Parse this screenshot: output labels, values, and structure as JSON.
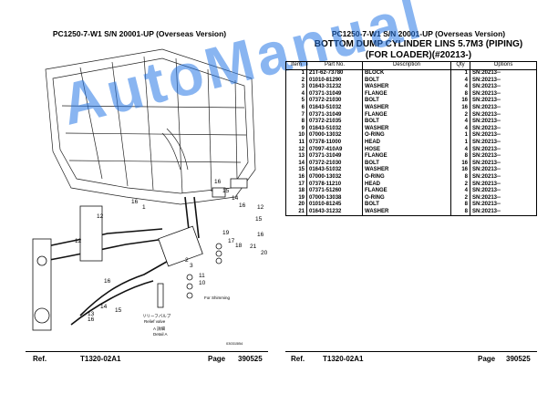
{
  "left_header": "PC1250-7-W1 S/N 20001-UP (Overseas Version)",
  "right_header": {
    "model": "PC1250-7-W1 S/N 20001-UP (Overseas Version)",
    "title_line1": "BOTTOM DUMP CYLINDER LINS 5.7M3 (PIPING)",
    "title_line2": "(FOR LOADER)(#20213-)"
  },
  "table": {
    "headers": [
      "Item",
      "Part No.",
      "Description",
      "Qty",
      "Options"
    ],
    "rows": [
      [
        "1",
        "21T-62-73780",
        "BLOCK",
        "1",
        "SN:20213--"
      ],
      [
        "2",
        "01010-81290",
        "BOLT",
        "4",
        "SN:20213--"
      ],
      [
        "3",
        "01643-31232",
        "WASHER",
        "4",
        "SN:20213--"
      ],
      [
        "4",
        "07371-31049",
        "FLANGE",
        "8",
        "SN:20213--"
      ],
      [
        "5",
        "07372-21030",
        "BOLT",
        "16",
        "SN:20213--"
      ],
      [
        "6",
        "01643-51032",
        "WASHER",
        "16",
        "SN:20213--"
      ],
      [
        "7",
        "07371-31049",
        "FLANGE",
        "2",
        "SN:20213--"
      ],
      [
        "8",
        "07372-21035",
        "BOLT",
        "4",
        "SN:20213--"
      ],
      [
        "9",
        "01643-51032",
        "WASHER",
        "4",
        "SN:20213--"
      ],
      [
        "10",
        "07000-13032",
        "O-RING",
        "1",
        "SN:20213--"
      ],
      [
        "11",
        "07378-11000",
        "HEAD",
        "1",
        "SN:20213--"
      ],
      [
        "12",
        "07097-410A9",
        "HOSE",
        "4",
        "SN:20213--"
      ],
      [
        "13",
        "07371-31049",
        "FLANGE",
        "8",
        "SN:20213--"
      ],
      [
        "14",
        "07372-21030",
        "BOLT",
        "16",
        "SN:20213--"
      ],
      [
        "15",
        "01643-51032",
        "WASHER",
        "16",
        "SN:20213--"
      ],
      [
        "16",
        "07000-13032",
        "O-RING",
        "8",
        "SN:20213--"
      ],
      [
        "17",
        "07378-11210",
        "HEAD",
        "2",
        "SN:20213--"
      ],
      [
        "18",
        "07371-51260",
        "FLANGE",
        "4",
        "SN:20213--"
      ],
      [
        "19",
        "07000-13038",
        "O-RING",
        "2",
        "SN:20213--"
      ],
      [
        "20",
        "01010-81245",
        "BOLT",
        "8",
        "SN:20213--"
      ],
      [
        "21",
        "01643-31232",
        "WASHER",
        "8",
        "SN:20213--"
      ]
    ]
  },
  "footer": {
    "left_ref_label": "Ref.",
    "left_ref_value": "T1320-02A1",
    "left_page_label": "Page",
    "left_page_value": "390525",
    "right_ref_label": "Ref.",
    "right_ref_value": "T1320-02A1",
    "right_page_label": "Page",
    "right_page_value": "390525"
  },
  "drawing": {
    "callouts": [
      "16",
      "1",
      "12",
      "16",
      "15",
      "14",
      "16",
      "12",
      "15",
      "16",
      "19",
      "17",
      "18",
      "21",
      "20",
      "3",
      "2",
      "11",
      "10",
      "16",
      "12",
      "14",
      "13",
      "15",
      "16"
    ],
    "for_shimming": "For Shimming",
    "relief_valve_jp": "リリーフバルブ",
    "relief_valve": "Relief valve",
    "detail_jp": "A 詳細",
    "detail": "Detail A",
    "drawing_number": "030315B4"
  },
  "watermark": "AutoManual"
}
